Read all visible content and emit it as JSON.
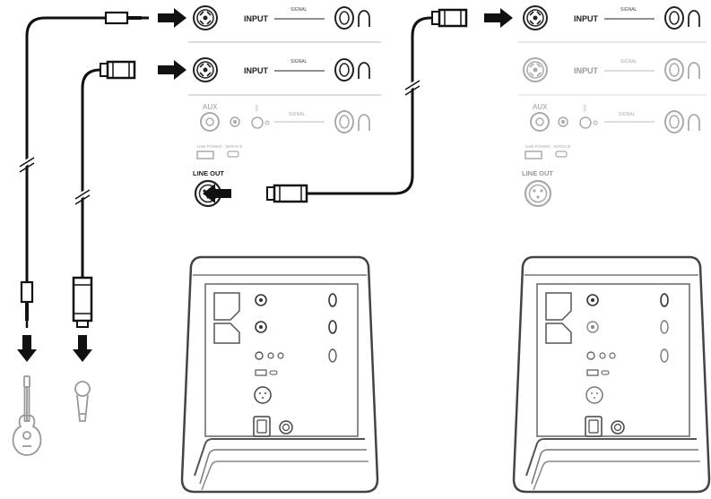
{
  "left_panel": {
    "input1": {
      "label": "INPUT",
      "signal": "SIGNAL"
    },
    "input2": {
      "label": "INPUT",
      "signal": "SIGNAL"
    },
    "aux": {
      "label": "AUX",
      "signal": "SIGNAL"
    },
    "usb_power": "USB POWER",
    "service": "SERVICE",
    "line_out": "LINE OUT"
  },
  "right_panel": {
    "input1": {
      "label": "INPUT",
      "signal": "SIGNAL"
    },
    "input2": {
      "label": "INPUT",
      "signal": "SIGNAL"
    },
    "aux": {
      "label": "AUX",
      "signal": "SIGNAL"
    },
    "usb_power": "USB POWER",
    "service": "SERVICE",
    "line_out": "LINE OUT"
  },
  "icons": {
    "source_1": "acoustic-guitar-icon",
    "source_2": "microphone-icon",
    "bluetooth": "bluetooth-icon"
  },
  "colors": {
    "cable": "#1a1a1a",
    "outline": "#333333",
    "faded": "#bbbbbb"
  }
}
